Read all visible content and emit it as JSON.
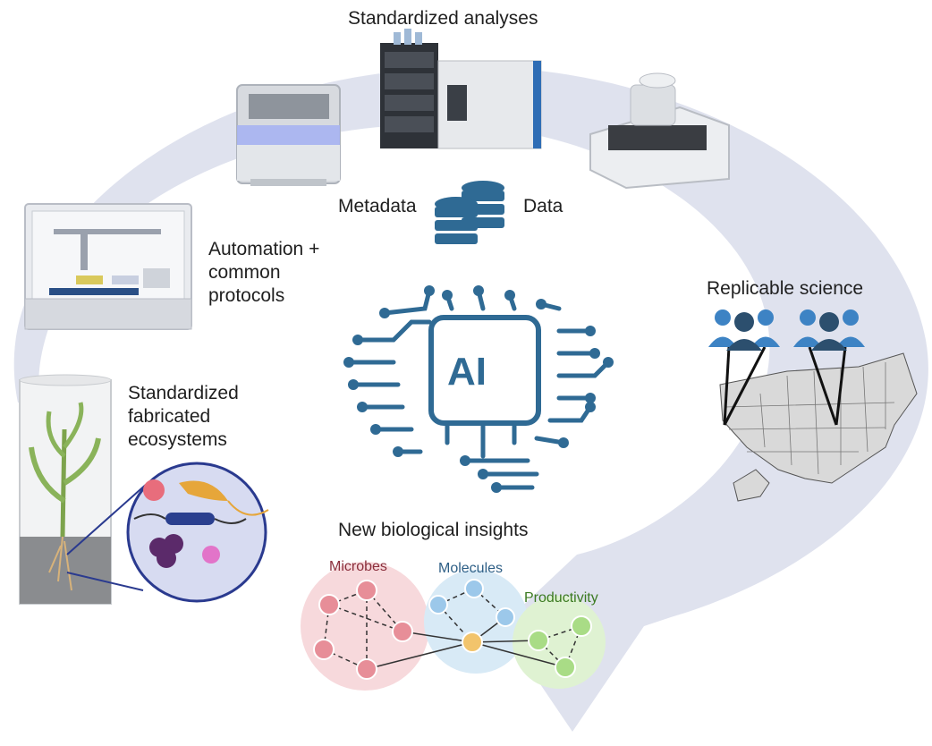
{
  "labels": {
    "standardized_analyses": "Standardized analyses",
    "metadata": "Metadata",
    "data": "Data",
    "automation_line1": "Automation +",
    "automation_line2": "common",
    "automation_line3": "protocols",
    "replicable_science": "Replicable science",
    "fabricated_line1": "Standardized",
    "fabricated_line2": "fabricated",
    "fabricated_line3": "ecosystems",
    "ai": "AI",
    "new_insights": "New biological insights"
  },
  "network": {
    "microbes": "Microbes",
    "molecules": "Molecules",
    "productivity": "Productivity"
  },
  "colors": {
    "cycle_arrow": "#dfe2ee",
    "brain": "#2f6a94",
    "database": "#2f6a94",
    "people": "#3d83c4",
    "people_dark": "#2c4f6e",
    "microbes_cluster": "#f7d9dc",
    "molecules_cluster": "#d8eaf6",
    "productivity_cluster": "#dff2d2",
    "microbes_text": "#8b2f3c",
    "molecules_text": "#2e5f86",
    "productivity_text": "#3b7a21"
  }
}
